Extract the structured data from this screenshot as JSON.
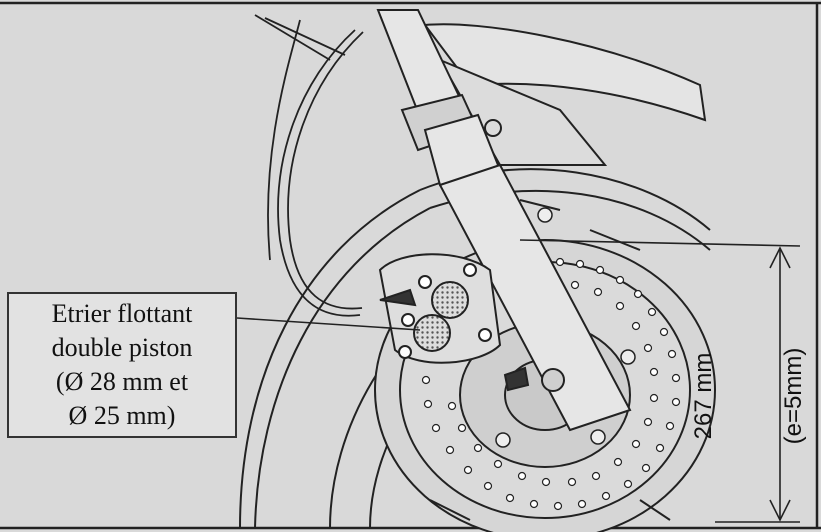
{
  "callout": {
    "line1": "Etrier flottant",
    "line2": "double piston",
    "line3": "(Ø 28 mm et",
    "line4": "Ø 25 mm)"
  },
  "dimension": {
    "value": "267 mm",
    "thickness": "(e=5mm)"
  }
}
